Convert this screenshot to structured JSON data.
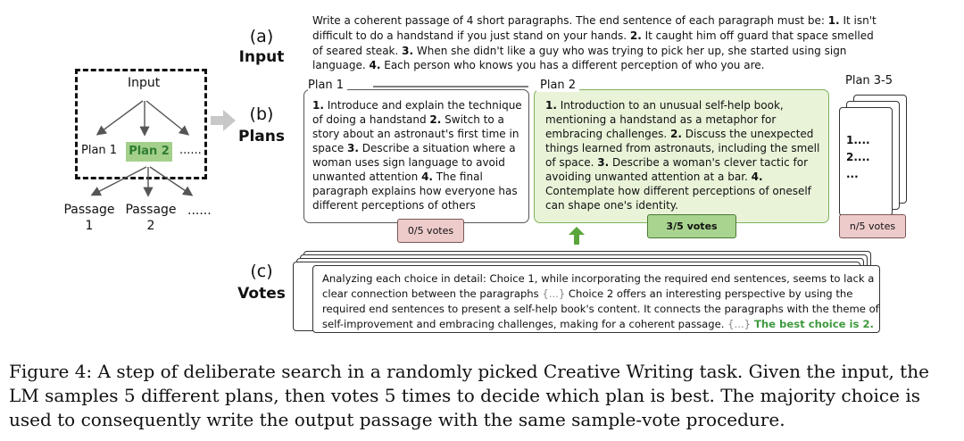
{
  "tree": {
    "root": "Input",
    "plan1": "Plan 1",
    "plan2": "Plan 2",
    "plan_more": "......",
    "passage_word": "Passage",
    "passage1_num": "1",
    "passage2_num": "2",
    "passage_more": "......"
  },
  "rows": {
    "a_letter": "(a)",
    "a_word": "Input",
    "b_letter": "(b)",
    "b_word": "Plans",
    "c_letter": "(c)",
    "c_word": "Votes"
  },
  "input": {
    "intro": "Write a coherent passage of 4 short paragraphs. The end sentence of each paragraph must be: ",
    "n1": "1.",
    "s1": " It isn't difficult to do a handstand if you just stand on your hands. ",
    "n2": "2.",
    "s2": " It caught him off guard that space smelled of seared steak. ",
    "n3": "3.",
    "s3": " When she didn't like a guy who was trying to pick her up, she started using sign language. ",
    "n4": "4.",
    "s4": " Each person who knows you has a different perception of who you are."
  },
  "plan1": {
    "title": "Plan 1",
    "n1": "1.",
    "s1": " Introduce and explain the technique of doing a handstand ",
    "n2": "2.",
    "s2": " Switch to a story about an astronaut's first time in space ",
    "n3": "3.",
    "s3": " Describe a situation where a woman uses sign language to avoid unwanted attention ",
    "n4": "4.",
    "s4": " The final paragraph explains how everyone has different perceptions of others",
    "votes": "0/5 votes"
  },
  "plan2": {
    "title": "Plan 2",
    "n1": "1.",
    "s1": " Introduction to an unusual self-help book, mentioning a handstand as a metaphor for embracing challenges. ",
    "n2": "2.",
    "s2": " Discuss the unexpected things learned from astronauts, including the smell of space. ",
    "n3": "3.",
    "s3": " Describe a woman's clever tactic for avoiding unwanted attention at a bar. ",
    "n4": "4.",
    "s4": " Contemplate how different perceptions of oneself can shape one's identity.",
    "votes": "3/5 votes"
  },
  "plan35": {
    "title": "Plan 3-5",
    "line1": "1....",
    "line2": "2....",
    "line3": "...",
    "votes": "n/5 votes"
  },
  "votes": {
    "t1": "Analyzing each choice in detail:  Choice 1, while incorporating the required end sentences, seems to lack a clear connection between the paragraphs ",
    "e1": "{...}",
    "t2": " Choice 2 offers an interesting perspective by using the required end sentences to present a self-help book's content. It connects the paragraphs with the theme of self-improvement and embracing challenges, making for a coherent passage.  ",
    "e2": "{...}",
    "best": " The best choice is 2."
  },
  "caption": "Figure 4: A step of deliberate search in a randomly picked Creative Writing task. Given the input, the LM samples 5 different plans, then votes 5 times to decide which plan is best. The majority choice is used to consequently write the output passage with the same sample-vote procedure.",
  "colors": {
    "plan2_fill": "#e9f3d8",
    "plan2_border": "#7fb35b",
    "winner_badge": "#a8d48f",
    "loser_badge": "#eecbcb",
    "best_text": "#3f9a3f"
  }
}
